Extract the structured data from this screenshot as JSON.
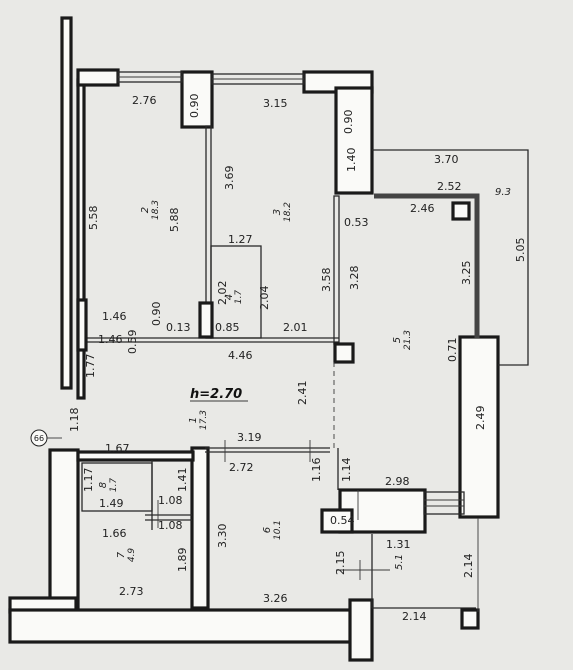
{
  "plan": {
    "ceiling_height": "h=2.70",
    "circle_mark": "66",
    "rooms": [
      {
        "id": "r2",
        "number": "2",
        "area": "18.3"
      },
      {
        "id": "r3",
        "number": "3",
        "area": "18.2"
      },
      {
        "id": "r4",
        "number": "4",
        "area": "1.7"
      },
      {
        "id": "r5",
        "number": "5",
        "area": "21.3"
      },
      {
        "id": "r1",
        "number": "1",
        "area": "17.3"
      },
      {
        "id": "r8",
        "number": "8",
        "area": "1.7"
      },
      {
        "id": "r7",
        "number": "7",
        "area": "4.9"
      },
      {
        "id": "r6",
        "number": "6",
        "area": "10.1"
      },
      {
        "id": "r51",
        "number": "5.1",
        "area": ""
      },
      {
        "id": "r93",
        "number": "9.3",
        "area": ""
      }
    ],
    "dimensions": [
      "2.76",
      "0.90",
      "3.15",
      "0.90",
      "3.69",
      "1.40",
      "3.70",
      "5.58",
      "5.88",
      "2.52",
      "2.46",
      "0.53",
      "1.27",
      "3.58",
      "3.28",
      "3.25",
      "5.05",
      "2.02",
      "2.04",
      "1.46",
      "0.90",
      "1.46",
      "0.59",
      "0.13",
      "0.85",
      "2.01",
      "0.71",
      "4.46",
      "1.77",
      "2.41",
      "2.49",
      "1.18",
      "1.67",
      "3.19",
      "2.72",
      "1.16",
      "1.14",
      "2.98",
      "1.17",
      "1.41",
      "1.49",
      "1.08",
      "0.54",
      "1.66",
      "1.08",
      "1.31",
      "3.30",
      "2.15",
      "2.14",
      "1.89",
      "2.73",
      "3.26",
      "2.14"
    ]
  }
}
